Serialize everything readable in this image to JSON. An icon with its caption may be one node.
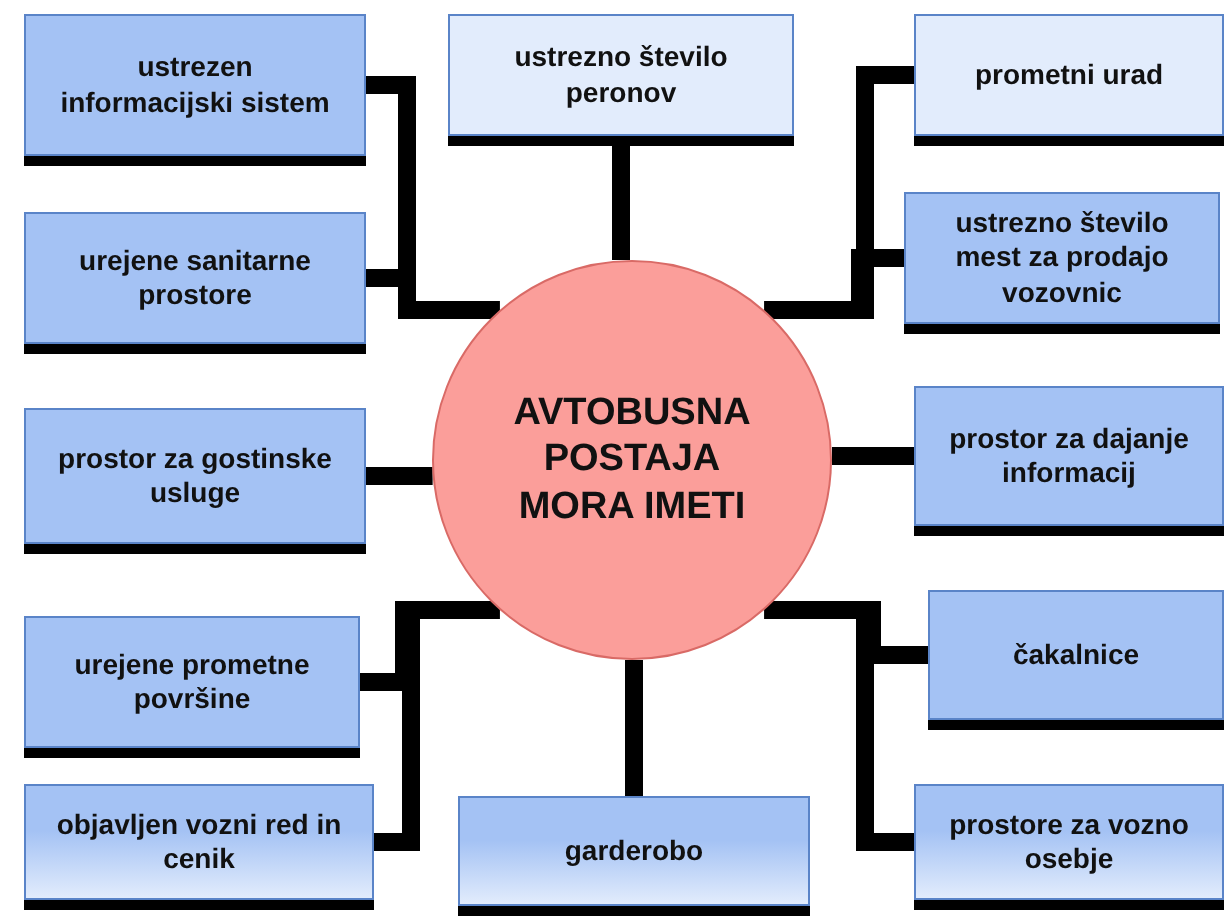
{
  "diagram": {
    "nodes": [
      {
        "text": [
          "ustrezen informacijski sistem"
        ]
      },
      {
        "text": [
          "ustrezno število peronov"
        ]
      },
      {
        "text": [
          "prometni urad"
        ]
      },
      {
        "text": [
          "urejene sanitarne prostore"
        ]
      },
      {
        "text": [
          "ustrezno število mest za prodajo vozovnic"
        ]
      },
      {
        "text": [
          "AVTOBUSNA POSTAJA MORA IMETI"
        ]
      },
      {
        "text": [
          "prostor za gostinske usluge"
        ]
      },
      {
        "text": [
          "prostor za dajanje informacij"
        ]
      },
      {
        "text": [
          "urejene prometne površine"
        ]
      },
      {
        "text": [
          "čakalnice"
        ]
      },
      {
        "text": [
          "objavljen vozni red in cenik"
        ]
      },
      {
        "text": [
          "garderobo"
        ]
      },
      {
        "text": [
          "prostore za vozno osebje"
        ]
      }
    ],
    "edges": [
      {
        "from": 5,
        "to": 0,
        "arrow": "none"
      },
      {
        "from": 5,
        "to": 1,
        "arrow": "none"
      },
      {
        "from": 5,
        "to": 2,
        "arrow": "none"
      },
      {
        "from": 5,
        "to": 3,
        "arrow": "none"
      },
      {
        "from": 5,
        "to": 4,
        "arrow": "none"
      },
      {
        "from": 5,
        "to": 6,
        "arrow": "none"
      },
      {
        "from": 5,
        "to": 7,
        "arrow": "none"
      },
      {
        "from": 5,
        "to": 8,
        "arrow": "none"
      },
      {
        "from": 5,
        "to": 9,
        "arrow": "none"
      },
      {
        "from": 5,
        "to": 10,
        "arrow": "none"
      },
      {
        "from": 5,
        "to": 11,
        "arrow": "none"
      },
      {
        "from": 5,
        "to": 12,
        "arrow": "none"
      }
    ]
  }
}
